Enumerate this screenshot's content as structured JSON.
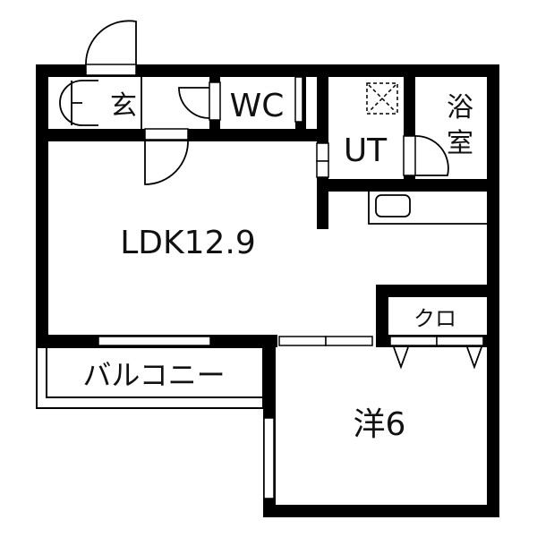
{
  "floorplan": {
    "rooms": {
      "entrance": "玄",
      "wc": "WC",
      "utility": "UT",
      "bath_line1": "浴",
      "bath_line2": "室",
      "ldk": "LDK12.9",
      "closet": "クロ",
      "balcony": "バルコニー",
      "western_room": "洋6"
    },
    "colors": {
      "wall": "#000000",
      "background": "#ffffff",
      "text": "#111111"
    }
  }
}
